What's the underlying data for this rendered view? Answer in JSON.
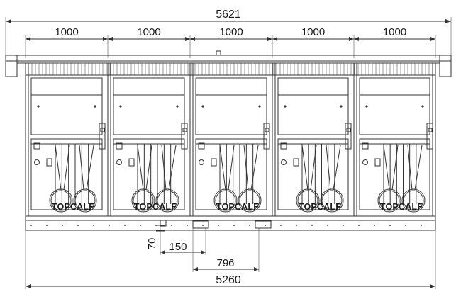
{
  "drawing": {
    "overall_width_label": "5621",
    "module_width_labels": [
      "1000",
      "1000",
      "1000",
      "1000",
      "1000"
    ],
    "base_width_label": "5260",
    "step_height_label": "70",
    "step_depth_label": "150",
    "opening_width_label": "796",
    "brand_labels": [
      "TOPCALF",
      "TOPCALF",
      "TOPCALF",
      "TOPCALF",
      "TOPCALF"
    ]
  },
  "colors": {
    "line": "#333333",
    "text": "#1a1a1a",
    "background": "#ffffff"
  }
}
